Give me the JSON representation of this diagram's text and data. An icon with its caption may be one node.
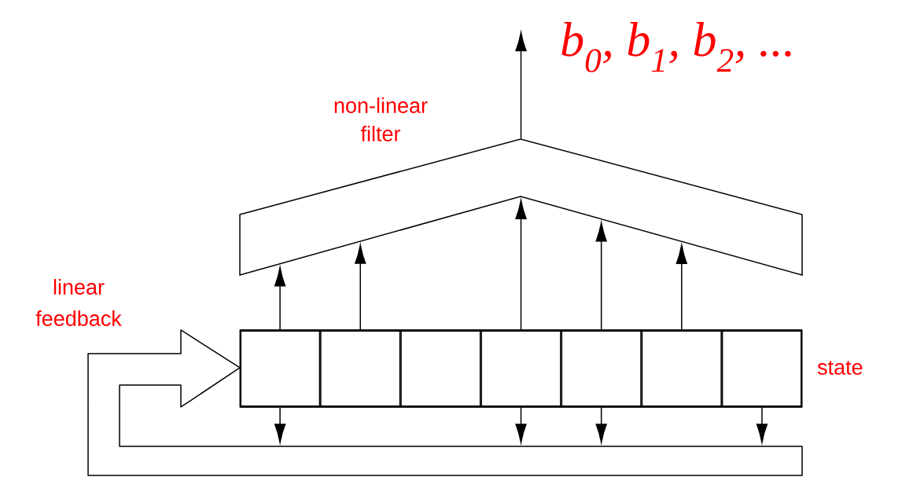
{
  "diagram": {
    "nodes": [
      {
        "text": [
          "non-linear filter"
        ]
      },
      {
        "text": [
          "state"
        ]
      },
      {
        "text": [],
        "shape": "box",
        "in": 1
      },
      {
        "text": [],
        "shape": "box",
        "in": 1
      },
      {
        "text": [],
        "shape": "box",
        "in": 1
      },
      {
        "text": [],
        "shape": "box",
        "in": 1
      },
      {
        "text": [],
        "shape": "box",
        "in": 1
      },
      {
        "text": [],
        "shape": "box",
        "in": 1
      },
      {
        "text": [],
        "shape": "box",
        "in": 1
      },
      {
        "text": [
          "linear feedback"
        ]
      }
    ],
    "edges": [
      {
        "from": 0,
        "to": null,
        "arrow": "to"
      },
      {
        "from": 2,
        "to": 0,
        "arrow": "to"
      },
      {
        "from": 3,
        "to": 0,
        "arrow": "to"
      },
      {
        "from": 5,
        "to": 0,
        "arrow": "to"
      },
      {
        "from": 6,
        "to": 0,
        "arrow": "to"
      },
      {
        "from": 7,
        "to": 0,
        "arrow": "to"
      },
      {
        "from": 2,
        "to": 9,
        "arrow": "to"
      },
      {
        "from": 5,
        "to": 9,
        "arrow": "to"
      },
      {
        "from": 6,
        "to": 9,
        "arrow": "to"
      },
      {
        "from": 8,
        "to": 9,
        "arrow": "to"
      }
    ],
    "labels": [
      "b$_{0}$, b$_{1}$, b$_{2}$, ..."
    ]
  }
}
